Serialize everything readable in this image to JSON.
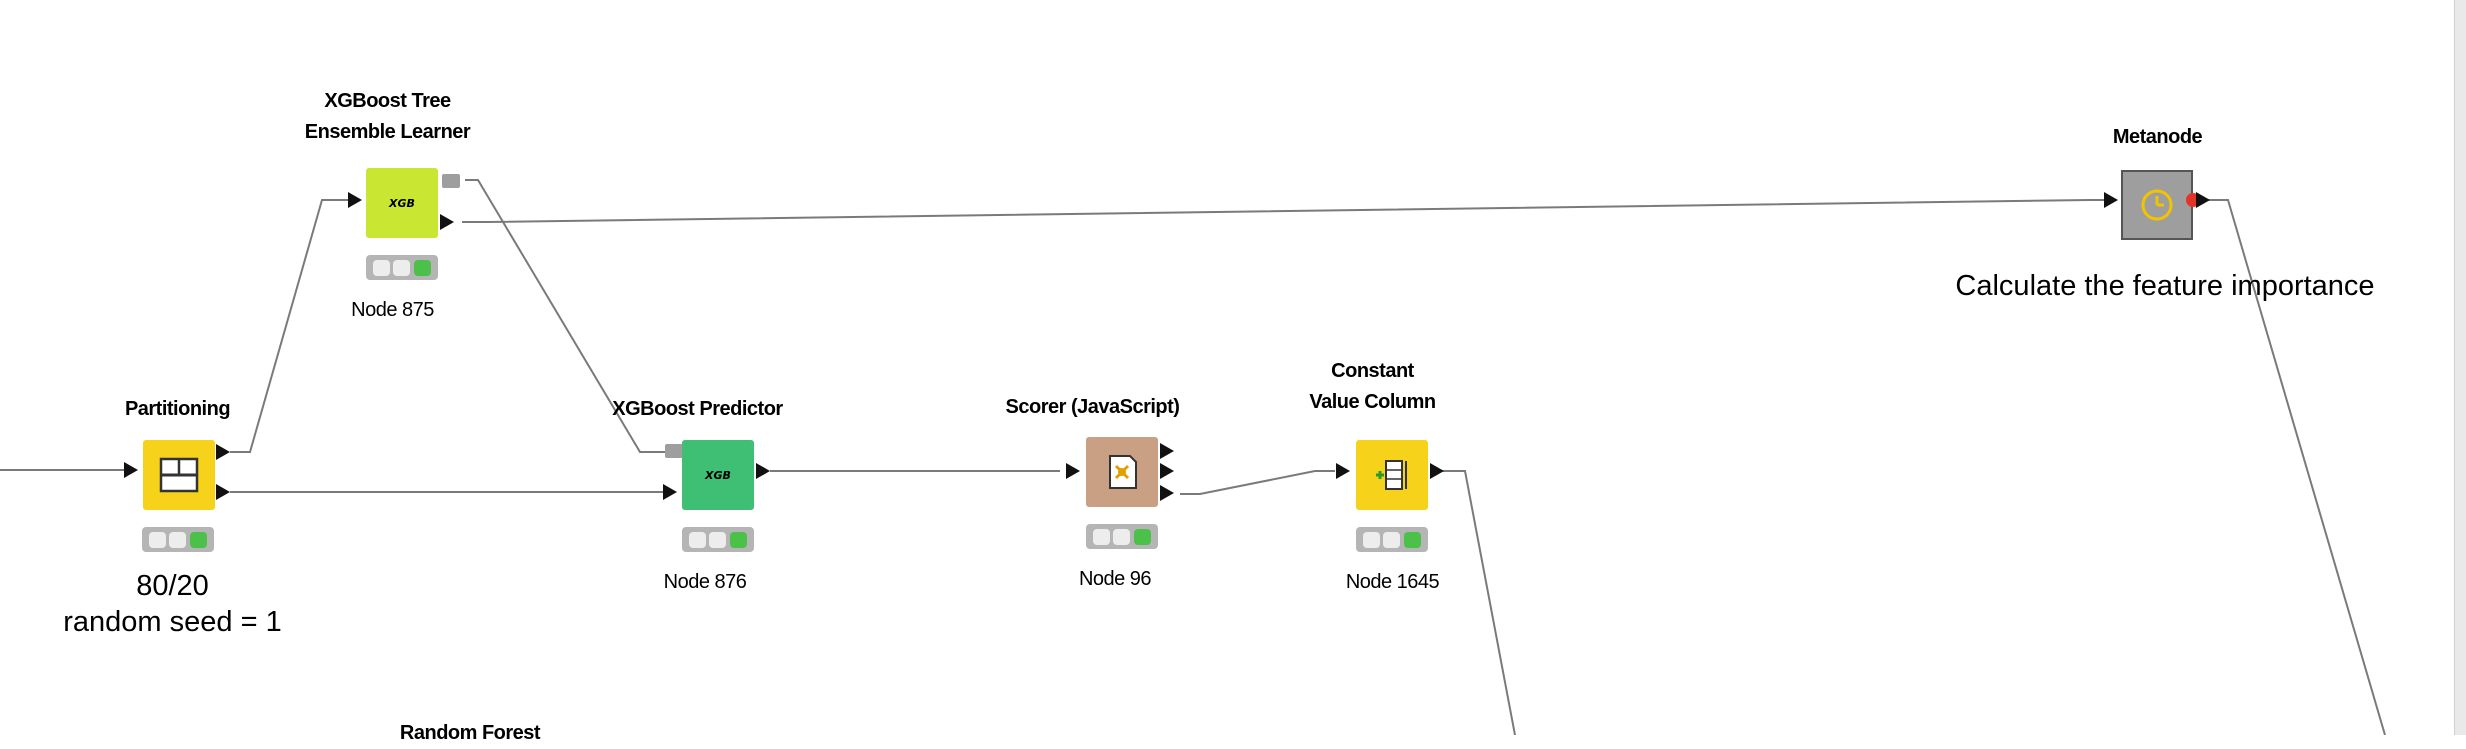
{
  "workflow": {
    "nodes": {
      "partitioning": {
        "title": "Partitioning",
        "label": "",
        "annotation": [
          "80/20",
          "random seed = 1"
        ],
        "status": "executed",
        "color": "#f7d21a"
      },
      "xgb_learner": {
        "title": [
          "XGBoost Tree",
          "Ensemble Learner"
        ],
        "label": "Node 875",
        "icon_text": "XGB",
        "status": "executed",
        "color": "#c8e632"
      },
      "xgb_predictor": {
        "title": "XGBoost Predictor",
        "label": "Node 876",
        "icon_text": "XGB",
        "status": "executed",
        "color": "#3fbf73"
      },
      "scorer": {
        "title": "Scorer (JavaScript)",
        "label": "Node 96",
        "icon": "scorer-chart-icon",
        "status": "executed",
        "color": "#c9a084"
      },
      "constant_value_column": {
        "title": [
          "Constant",
          "Value Column"
        ],
        "label": "Node 1645",
        "icon": "column-append-icon",
        "status": "executed",
        "color": "#f7d21a"
      },
      "metanode": {
        "title": "Metanode",
        "annotation": "Calculate the feature importance",
        "icon": "clock-icon",
        "color": "#9e9e9e",
        "accent": "#e5332a"
      },
      "random_forest": {
        "title": "Random Forest"
      }
    }
  }
}
